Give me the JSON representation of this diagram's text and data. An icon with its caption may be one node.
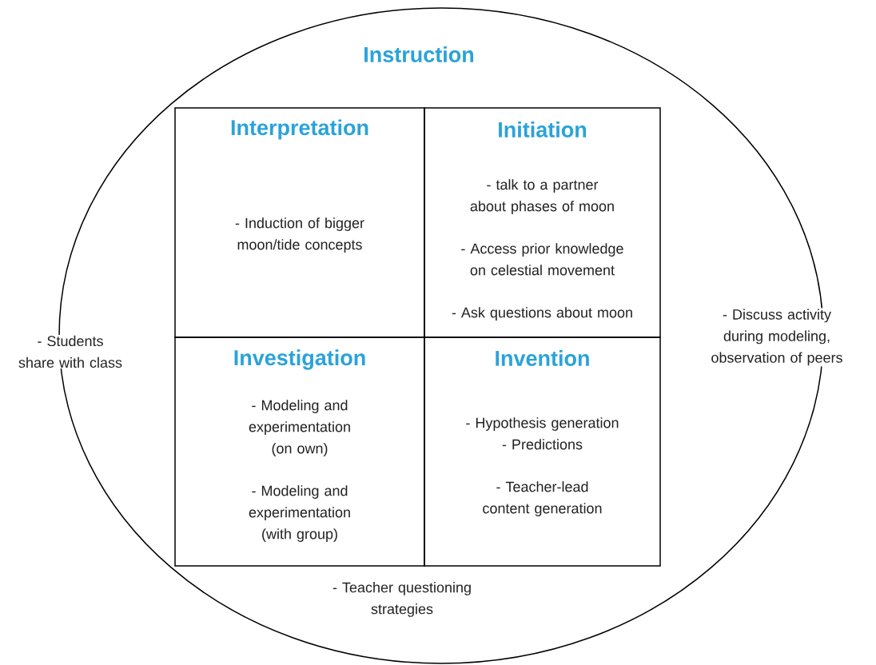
{
  "diagram": {
    "nodes": [
      {
        "text": [
          "Instruction"
        ]
      },
      {
        "text": [
          "Interpretation",
          "- Induction of bigger moon/tide concepts"
        ],
        "in": 0
      },
      {
        "text": [
          "Initiation",
          "- talk to a partner about phases of moon",
          "- Access prior knowledge on celestial movement",
          "- Ask questions about moon"
        ],
        "in": 0
      },
      {
        "text": [
          "Investigation",
          "- Modeling and experimentation (on own)",
          "- Modeling and experimentation (with group)"
        ],
        "in": 0
      },
      {
        "text": [
          "Invention",
          "- Hypothesis generation",
          "- Predictions",
          "- Teacher-lead content generation"
        ],
        "in": 0
      }
    ],
    "edges": [],
    "labels": [
      "- Students share with class",
      "- Discuss activity during modeling, observation of peers",
      "- Teacher questioning strategies"
    ]
  }
}
